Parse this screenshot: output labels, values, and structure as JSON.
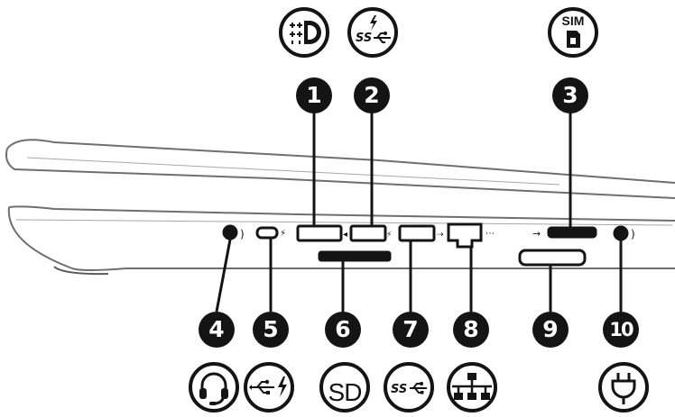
{
  "callouts": [
    {
      "number": "1"
    },
    {
      "number": "2"
    },
    {
      "number": "3"
    },
    {
      "number": "4"
    },
    {
      "number": "5"
    },
    {
      "number": "6"
    },
    {
      "number": "7"
    },
    {
      "number": "8"
    },
    {
      "number": "9"
    },
    {
      "number": "10"
    }
  ],
  "icons": {
    "displayport": "displayport-icon",
    "usb3_charging_top": "usb-3-charging-icon",
    "sim": "sim-card-icon",
    "headphone": "headphone-icon",
    "usb_c_charging": "usb-type-c-charging-icon",
    "sd": "sd-card-icon",
    "usb3": "usb-3-icon",
    "ethernet": "rj45-network-icon",
    "power": "power-plug-icon"
  },
  "labels": {
    "sim_text": "SIM",
    "sd_text": "SD"
  }
}
